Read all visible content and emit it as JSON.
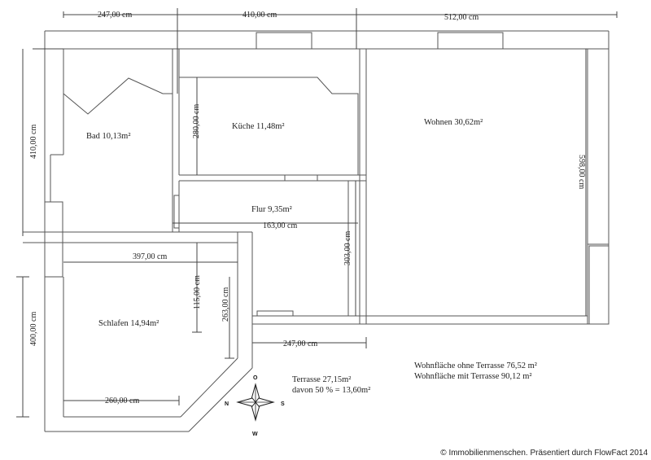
{
  "rooms": {
    "bad": "Bad  10,13m²",
    "kueche": "Küche 11,48m²",
    "wohnen": "Wohnen  30,62m²",
    "flur": "Flur 9,35m²",
    "schlafen": "Schlafen 14,94m²"
  },
  "dimensions": {
    "top_left": "247,00 cm",
    "top_mid": "410,00 cm",
    "top_right": "512,00 cm",
    "left_upper": "410,00 cm",
    "left_lower": "400,00 cm",
    "kueche_height": "280,00 cm",
    "wohnen_height": "598,00 cm",
    "flur_width": "163,00 cm",
    "flur_height": "303,00 cm",
    "schlafen_width": "397,00 cm",
    "schlafen_115": "115,00 cm",
    "schlafen_263": "263,00 cm",
    "bottom_260": "260,00 cm",
    "bottom_247": "247,00 cm"
  },
  "terrace": {
    "line1": "Terrasse  27,15m²",
    "line2": "davon 50 % = 13,60m²"
  },
  "areas": {
    "ohne": "Wohnfläche ohne Terrasse 76,52 m²",
    "mit": "Wohnfläche mit Terrasse   90,12 m²"
  },
  "compass": {
    "n": "N",
    "o": "O",
    "s": "S",
    "w": "W"
  },
  "copyright": "© Immobilienmenschen. Präsentiert durch FlowFact 2014"
}
